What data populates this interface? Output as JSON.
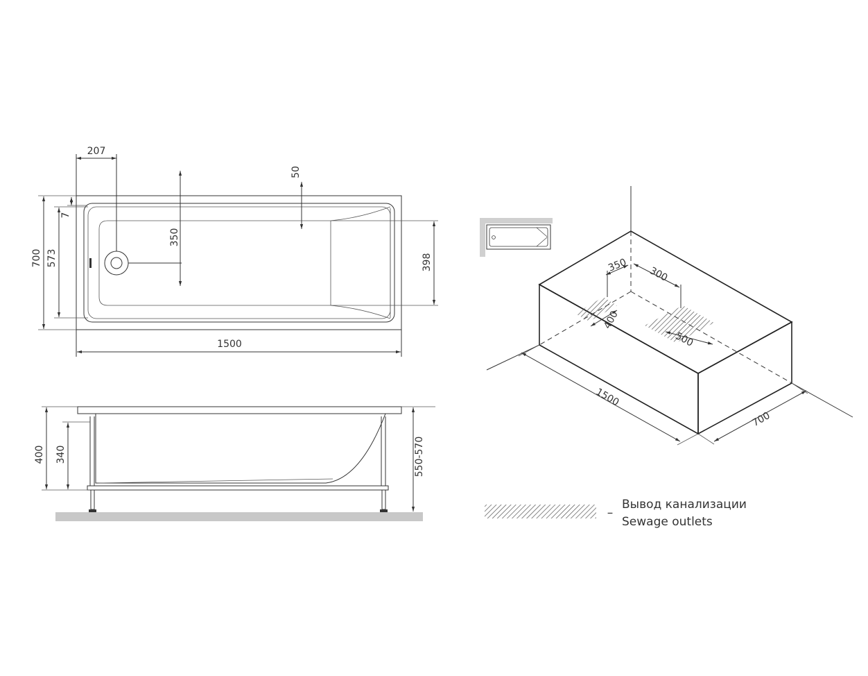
{
  "dimensions": {
    "top_view": {
      "d207": "207",
      "d50": "50",
      "d350": "350",
      "d7": "7",
      "d700": "700",
      "d573": "573",
      "d398": "398",
      "d1500": "1500"
    },
    "side_view": {
      "d400": "400",
      "d340": "340",
      "d550_570": "550-570"
    },
    "iso_view": {
      "d350": "350",
      "d300": "300",
      "d400": "400",
      "d500": "500",
      "d1500": "1500",
      "d700": "700"
    }
  },
  "legend": {
    "dash": "–",
    "label_ru": "Вывод канализации",
    "label_en": "Sewage outlets"
  },
  "colors": {
    "line": "#333333",
    "floor": "#c8c8c8",
    "thumb_bg": "#d0d0d0"
  }
}
